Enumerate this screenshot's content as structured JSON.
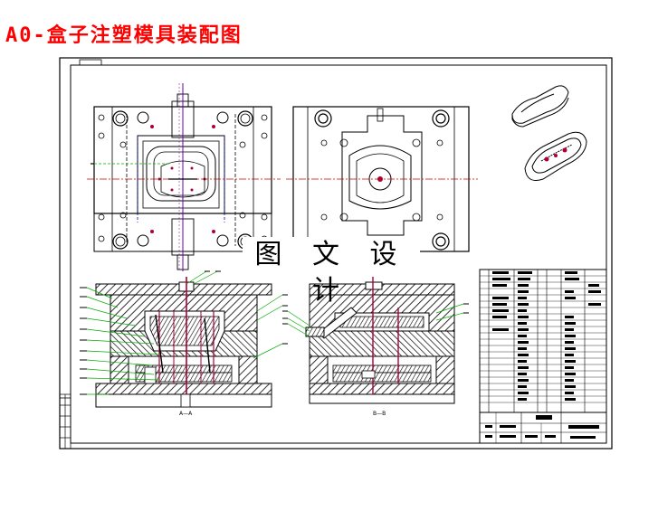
{
  "page": {
    "title": "A0-盒子注塑模具装配图",
    "watermark": "图 文 设 计"
  },
  "sections": {
    "section_a": "A—A",
    "section_b": "B—B"
  },
  "colors": {
    "title": "#ff0000",
    "lines": "#000000",
    "leaders": "#00aa00",
    "centerline": "#cc0000",
    "ejector": "#aa0033",
    "guide": "#6600aa"
  }
}
